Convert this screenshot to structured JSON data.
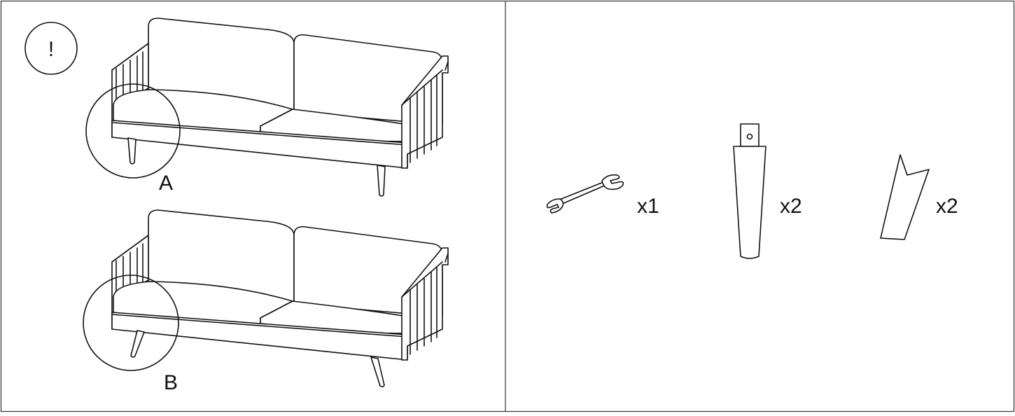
{
  "notice_symbol": "!",
  "variants": [
    {
      "label": "A"
    },
    {
      "label": "B"
    }
  ],
  "parts": [
    {
      "icon": "wrench-icon",
      "quantity": "x1"
    },
    {
      "icon": "leg-icon",
      "quantity": "x2"
    },
    {
      "icon": "angle-wedge-icon",
      "quantity": "x2"
    }
  ]
}
